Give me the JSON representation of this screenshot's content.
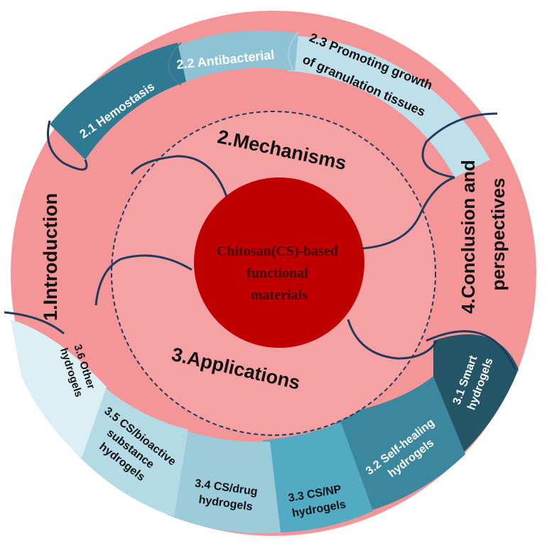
{
  "center": {
    "lines": [
      "Chitosan(CS)-based",
      "functional",
      "materials"
    ],
    "color": "#C00000"
  },
  "sections": {
    "introduction": "1.Introduction",
    "mechanisms": "2.Mechanisms",
    "applications": "3.Applications",
    "conclusion": [
      "4.Conclusion and",
      "perspectives"
    ]
  },
  "mechanism_items": {
    "hemostasis": "2.1 Hemostasis",
    "antibacterial": "2.2 Antibacterial",
    "granulation": [
      "2.3 Promoting growth",
      "of granulation tissues"
    ]
  },
  "application_items": {
    "smart": [
      "3.1 Smart",
      "hydrogels"
    ],
    "self_healing": [
      "3.2 Self-healing",
      "hydrogels"
    ],
    "cs_np": [
      "3.3 CS/NP",
      "hydrogels"
    ],
    "cs_drug": [
      "3.4 CS/drug",
      "hydrogels"
    ],
    "cs_bioactive": [
      "3.5 CS/bioactive",
      "substance",
      "hydrogels"
    ],
    "other": [
      "3.6 Other",
      "hydrogels"
    ]
  },
  "colors": {
    "salmon": "#F49597",
    "mid_salmon": "#F6A1A3",
    "outline": "#1F3B5C",
    "hemostasis": "#2F7A92",
    "antibacterial": "#8DC3D4",
    "granulation": "#BFE0EA",
    "smart": "#245566",
    "self_healing": "#3B889E",
    "cs_np": "#53AAC3",
    "cs_drug": "#9CCBDA",
    "cs_bioactive": "#B4DAE6",
    "other": "#DCEFF5"
  }
}
